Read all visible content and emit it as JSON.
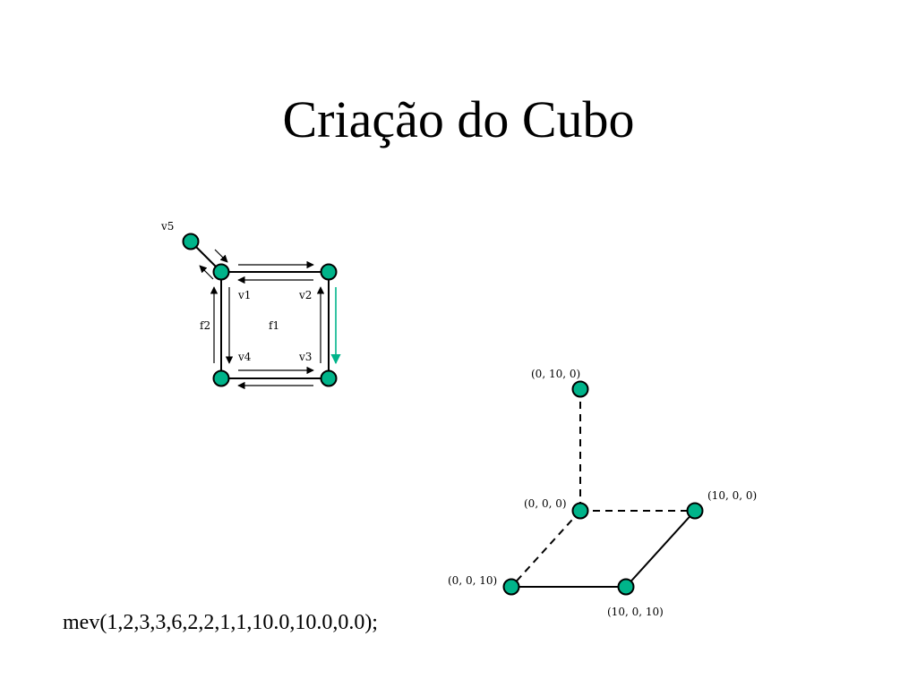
{
  "slide": {
    "title": "Criação do Cubo",
    "code": "mev(1,2,3,3,6,2,2,1,1,10.0,10.0,0.0);"
  },
  "colors": {
    "vertex_fill": "#00B48A",
    "stroke": "#000000",
    "accent_arrow": "#00B48A"
  },
  "topology": {
    "vertex_labels": {
      "v1": "v1",
      "v2": "v2",
      "v3": "v3",
      "v4": "v4",
      "v5": "v5"
    },
    "face_labels": {
      "f1": "f1",
      "f2": "f2"
    }
  },
  "geometry_diagram": {
    "coord_labels": {
      "y_top": "(0, 10, 0)",
      "origin": "(0, 0, 0)",
      "x_end": "(10, 0, 0)",
      "z_end": "(0, 0, 10)",
      "xz_end": "(10, 0, 10)"
    }
  }
}
